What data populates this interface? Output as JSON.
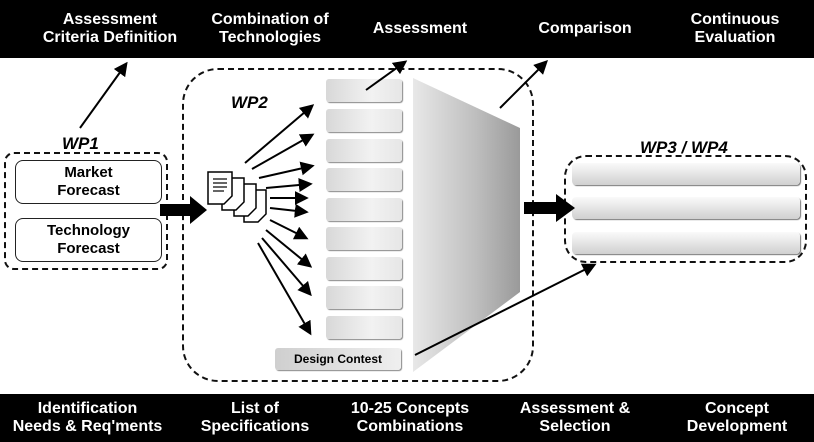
{
  "top_bar": {
    "items": [
      "Assessment\nCriteria Definition",
      "Combination of\nTechnologies",
      "Assessment",
      "Comparison",
      "Continuous\nEvaluation"
    ]
  },
  "bottom_bar": {
    "items": [
      "Identification\nNeeds & Req'ments",
      "List of\nSpecifications",
      "10-25 Concepts\nCombinations",
      "Assessment &\nSelection",
      "Concept\nDevelopment"
    ]
  },
  "wp1": {
    "label": "WP1",
    "market_forecast": "Market\nForecast",
    "technology_forecast": "Technology\nForecast"
  },
  "wp2": {
    "label": "WP2",
    "design_contest": "Design Contest"
  },
  "wp34": {
    "label": "WP3 / WP4"
  }
}
